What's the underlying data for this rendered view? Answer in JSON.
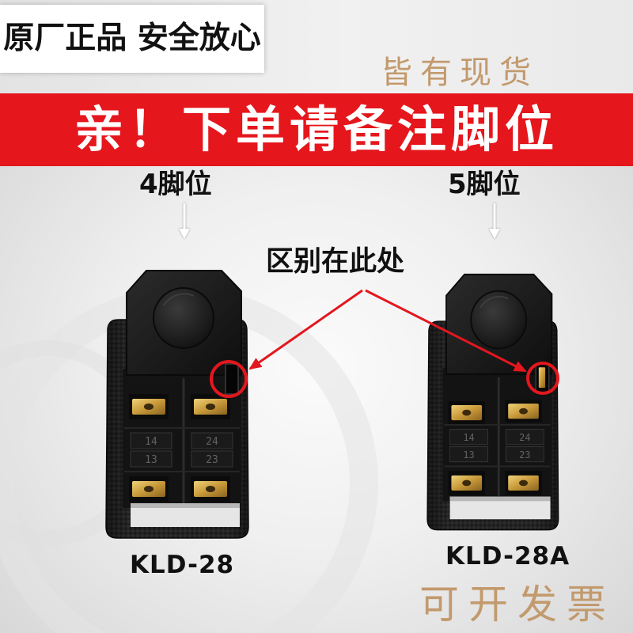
{
  "header": {
    "badge_text": "原厂正品 安全放心",
    "stock_text": "皆有现货"
  },
  "banner": {
    "text": "亲！下单请备注脚位"
  },
  "left_product": {
    "pin_label": "4脚位",
    "model": "KLD-28",
    "terminal_labels": [
      "14",
      "24",
      "13",
      "23"
    ]
  },
  "right_product": {
    "pin_label": "5脚位",
    "model": "KLD-28A",
    "terminal_labels": [
      "14",
      "24",
      "13",
      "23"
    ]
  },
  "callout": {
    "text": "区别在此处"
  },
  "footer": {
    "invoice_text": "可开发票"
  },
  "colors": {
    "banner_red": "#e5161c",
    "annotation_red": "#e3171e",
    "accent_tan": "#c29a6e"
  }
}
